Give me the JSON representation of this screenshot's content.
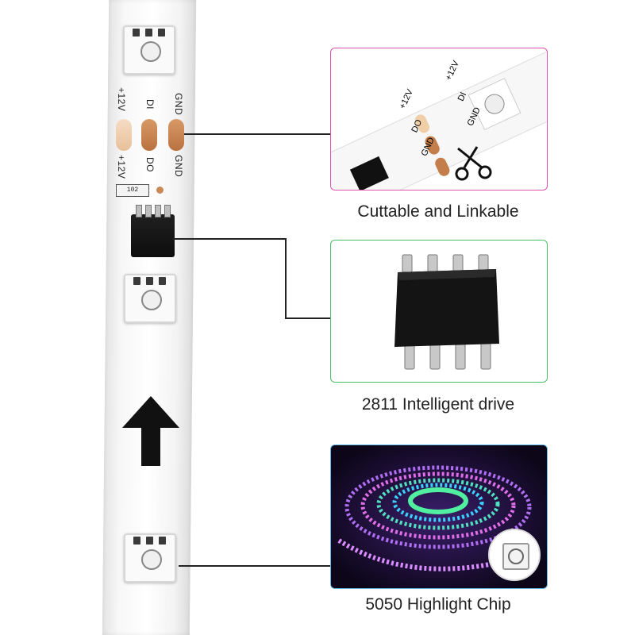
{
  "strip": {
    "labels_top": [
      "+12V",
      "DI",
      "GND"
    ],
    "labels_bottom": [
      "+12V",
      "DO",
      "GND"
    ],
    "resistor_label": "102"
  },
  "panels": [
    {
      "caption": "Cuttable and Linkable",
      "border_color": "#e04fb0",
      "labels": [
        "+12V",
        "+12V",
        "DI",
        "DO",
        "GND",
        "GND"
      ],
      "icon": "scissors-icon"
    },
    {
      "caption": "2811 Intelligent drive",
      "border_color": "#4fbf6a",
      "icon": "ic-chip-icon"
    },
    {
      "caption": "5050 Highlight Chip",
      "border_color": "#5fb8e8",
      "icon": "led-chip-icon"
    }
  ],
  "colors": {
    "strip": "#f5f5f5",
    "leader": "#222222"
  }
}
